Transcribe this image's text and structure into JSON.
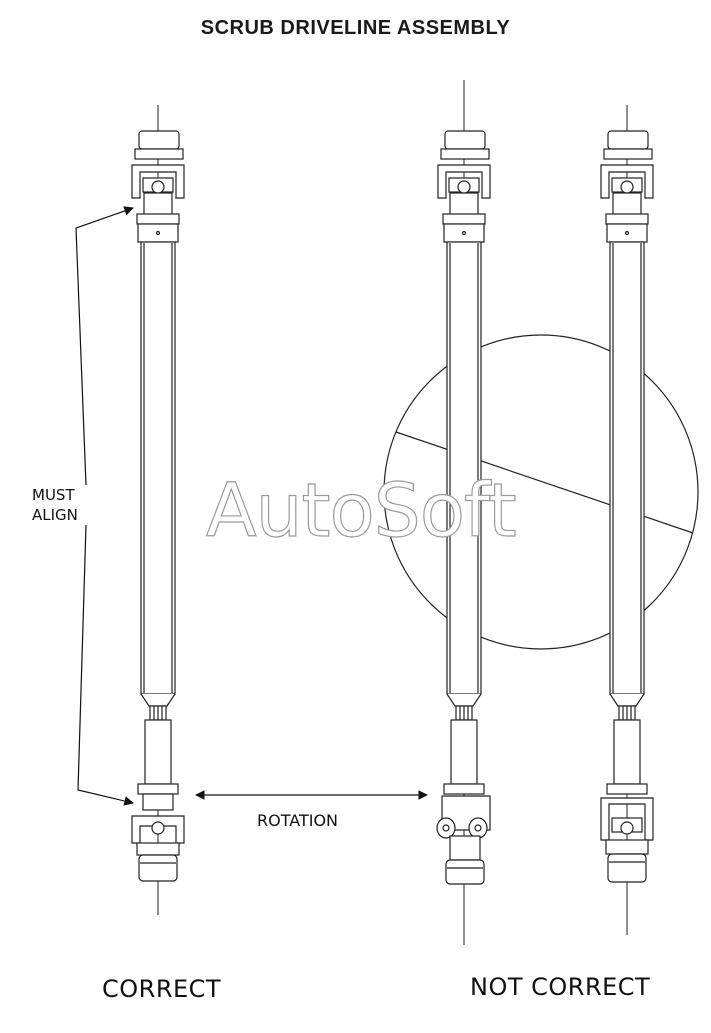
{
  "title": "SCRUB DRIVELINE ASSEMBLY",
  "labels": {
    "must_align_line1": "MUST",
    "must_align_line2": "ALIGN",
    "rotation": "ROTATION",
    "correct": "CORRECT",
    "not_correct": "NOT CORRECT"
  },
  "watermark": "AutoSoft"
}
